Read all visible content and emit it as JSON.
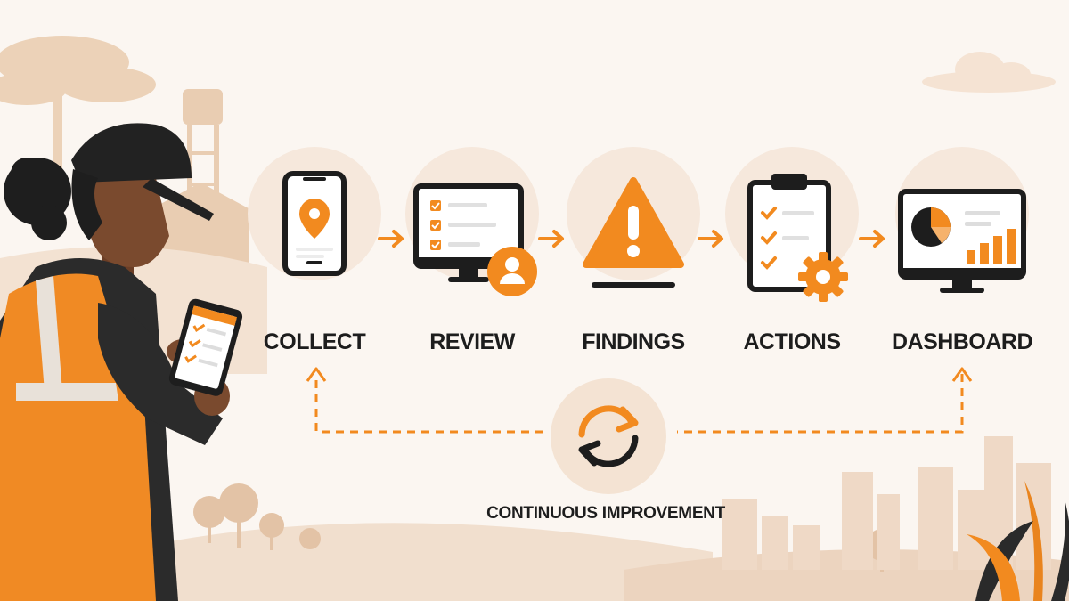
{
  "steps": [
    {
      "label": "COLLECT",
      "icon": "smartphone-location-icon"
    },
    {
      "label": "REVIEW",
      "icon": "monitor-checklist-user-icon"
    },
    {
      "label": "FINDINGS",
      "icon": "warning-triangle-icon"
    },
    {
      "label": "ACTIONS",
      "icon": "clipboard-gear-icon"
    },
    {
      "label": "DASHBOARD",
      "icon": "monitor-charts-icon"
    }
  ],
  "loop": {
    "label": "CONTINUOUS IMPROVEMENT",
    "icon": "refresh-cycle-icon"
  },
  "colors": {
    "accent": "#f28a1f",
    "ink": "#1d1d1d",
    "background": "#fbf6f1",
    "disc": "#f6e8dc"
  }
}
